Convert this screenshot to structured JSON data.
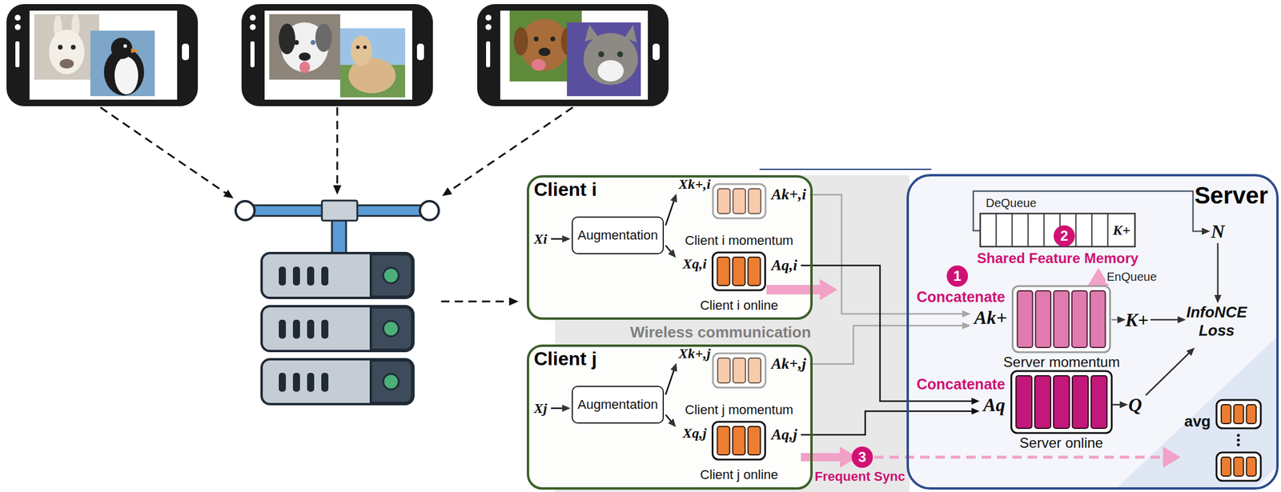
{
  "diagram": {
    "nodes": [
      {
        "text": [
          "Client i"
        ]
      },
      {
        "text": [
          "Augmentation"
        ],
        "in": 0
      },
      {
        "text": [
          "Ak+,i",
          "Client i momentum"
        ],
        "in": 0
      },
      {
        "text": [
          "Aq,i",
          "Client i online"
        ],
        "in": 0
      },
      {
        "text": [
          "Client j"
        ]
      },
      {
        "text": [
          "Augmentation"
        ],
        "in": 4
      },
      {
        "text": [
          "Ak+,j",
          "Client j momentum"
        ],
        "in": 4
      },
      {
        "text": [
          "Aq,j",
          "Client j online"
        ],
        "in": 4
      },
      {
        "text": [
          "Server"
        ]
      },
      {
        "text": [
          "K+",
          "Shared Feature Memory"
        ],
        "in": 8
      },
      {
        "text": [
          "Ak+",
          "Server momentum"
        ],
        "in": 8
      },
      {
        "text": [
          "Aq",
          "Server online"
        ],
        "in": 8
      },
      {
        "text": [
          "avg"
        ],
        "in": 8
      }
    ],
    "edges": [
      {
        "from": 2,
        "to": 10,
        "arrow": "to"
      },
      {
        "from": 6,
        "to": 10,
        "arrow": "to"
      },
      {
        "from": 3,
        "to": 11,
        "arrow": "to"
      },
      {
        "from": 7,
        "to": 11,
        "arrow": "to"
      },
      {
        "from": 10,
        "to": 9,
        "arrow": "to",
        "label": "EnQueue"
      },
      {
        "from": 7,
        "to": 12,
        "arrow": "to",
        "label": "Frequent Sync"
      }
    ],
    "labels": [
      "Xi",
      "Xk+,i",
      "Xq,i",
      "Xj",
      "Xk+,j",
      "Xq,j",
      "Wireless communication",
      "1",
      "Concatenate",
      "2",
      "Concatenate",
      "3",
      "DeQueue",
      "N",
      "K+",
      "Q",
      "InfoNCE Loss"
    ]
  }
}
